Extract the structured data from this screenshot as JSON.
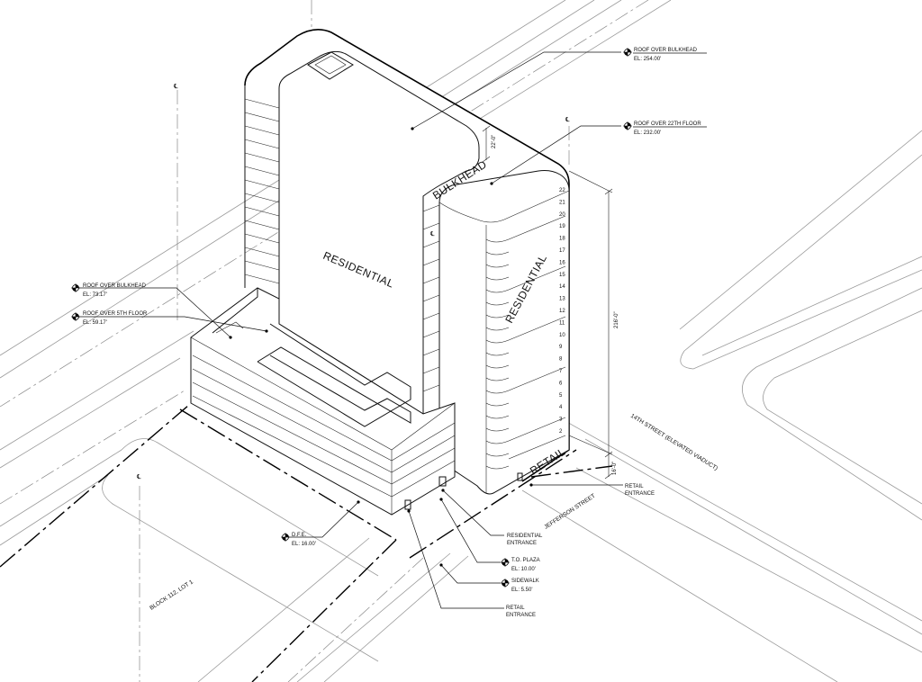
{
  "labels": {
    "roof_bulkhead_top": {
      "title": "ROOF OVER BULKHEAD",
      "elevation": "EL: 254.00'"
    },
    "roof_22nd": {
      "title": "ROOF OVER 22TH FLOOR",
      "elevation": "EL: 232.00'"
    },
    "roof_bulkhead_low": {
      "title": "ROOF OVER BULKHEAD",
      "elevation": "EL: 73.17'"
    },
    "roof_5th": {
      "title": "ROOF OVER 5TH FLOOR",
      "elevation": "EL: 59.17'"
    },
    "dfe": {
      "title": "D.F.E.",
      "elevation": "EL: 16.00'"
    },
    "to_plaza": {
      "title": "T.O. PLAZA",
      "elevation": "EL: 10.00'"
    },
    "sidewalk": {
      "title": "SIDEWALK",
      "elevation": "EL: 5.50'"
    },
    "retail_entrance_right": {
      "line1": "RETAIL",
      "line2": "ENTRANCE"
    },
    "residential_entrance": {
      "line1": "RESIDENTIAL",
      "line2": "ENTRANCE"
    },
    "retail_entrance_bottom": {
      "line1": "RETAIL",
      "line2": "ENTRANCE"
    }
  },
  "building_text": {
    "residential_main": "RESIDENTIAL",
    "residential_right": "RESIDENTIAL",
    "bulkhead": "BULKHEAD",
    "retail": "RETAIL"
  },
  "dimensions": {
    "bulkhead_height": "22'-0\"",
    "tower_height": "216'-0\"",
    "retail_height": "16'-0\""
  },
  "streets": {
    "fourteenth": "14TH STREET (ELEVATED VIADUCT)",
    "jefferson": "JEFFERSON STREET"
  },
  "block_lot": "BLOCK 112, LOT 1",
  "centerline_mark": "℄",
  "floor_numbers": [
    "22",
    "21",
    "20",
    "19",
    "18",
    "17",
    "16",
    "15",
    "14",
    "13",
    "12",
    "11",
    "10",
    "9",
    "8",
    "7",
    "6",
    "5",
    "4",
    "3",
    "2"
  ]
}
